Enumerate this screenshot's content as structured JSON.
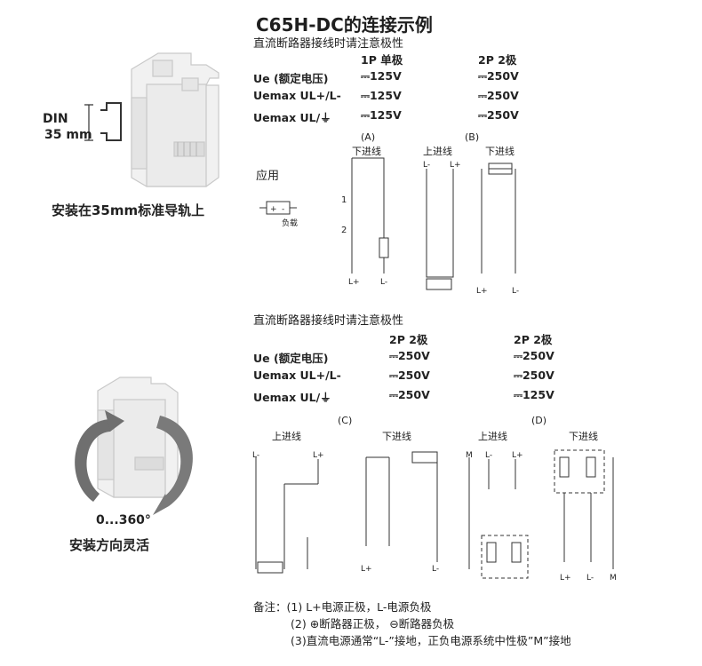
{
  "title": "C65H-DC的连接示例",
  "section1": {
    "subtitle": "直流断路器接线时请注意极性",
    "col_headers": [
      "1P 单极",
      "2P 2极"
    ],
    "rows": [
      {
        "label": "Ue (额定电压)",
        "values": [
          "125V",
          "250V"
        ]
      },
      {
        "label": "Uemax UL+/L-",
        "values": [
          "125V",
          "250V"
        ]
      },
      {
        "label": "Uemax UL/⏚",
        "values": [
          "125V",
          "250V"
        ]
      }
    ]
  },
  "section2": {
    "subtitle": "直流断路器接线时请注意极性",
    "col_headers": [
      "2P 2极",
      "2P 2极"
    ],
    "rows": [
      {
        "label": "Ue (额定电压)",
        "values": [
          "250V",
          "250V"
        ]
      },
      {
        "label": "Uemax UL+/L-",
        "values": [
          "250V",
          "250V"
        ]
      },
      {
        "label": "Uemax UL/⏚",
        "values": [
          "250V",
          "125V"
        ]
      }
    ]
  },
  "left": {
    "din_label": "DIN",
    "din_size": "35 mm",
    "caption1": "安装在35mm标准导轨上",
    "rotation": "0...360°",
    "caption2": "安装方向灵活"
  },
  "app": {
    "label": "应用",
    "load_label": "负载"
  },
  "diagrams": {
    "a_tag": "(A)",
    "b_tag": "(B)",
    "c_tag": "(C)",
    "d_tag": "(D)",
    "down_feed": "下进线",
    "up_feed": "上进线",
    "l_plus": "L+",
    "l_minus": "L-",
    "m": "M"
  },
  "notes": {
    "prefix": "备注：",
    "line1": "(1) L+电源正极，L-电源负极",
    "line2_a": "(2)",
    "line2_b": "断路器正极，",
    "line2_c": "断路器负极",
    "line3": "(3)直流电源通常“L-”接地，正负电源系统中性极”M”接地"
  }
}
